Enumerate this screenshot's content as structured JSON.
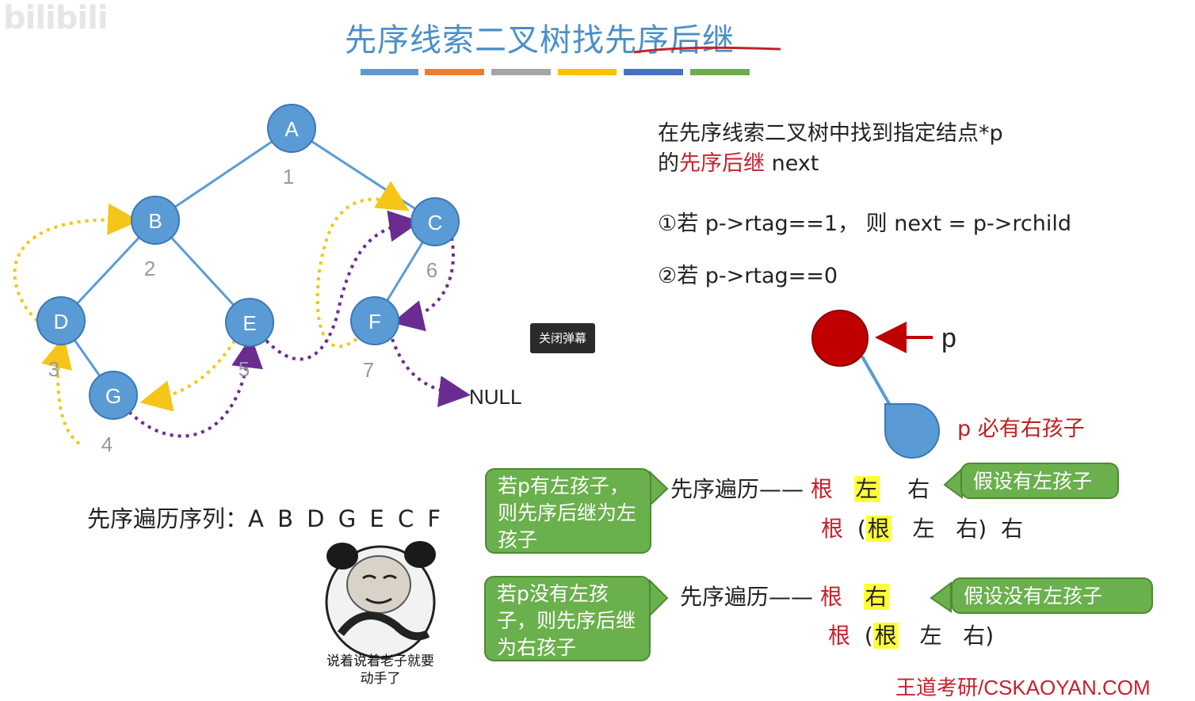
{
  "watermark": "bilibili",
  "title": "先序线索二叉树找先序后继",
  "colorbars": [
    "#5b9bd5",
    "#ed7d31",
    "#a5a5a5",
    "#ffc000",
    "#4472c4",
    "#70ad47"
  ],
  "tree": {
    "nodes": [
      "A",
      "B",
      "C",
      "D",
      "E",
      "F",
      "G"
    ],
    "order_numbers": [
      "1",
      "2",
      "6",
      "3",
      "5",
      "7",
      "4"
    ],
    "null_label": "NULL",
    "node_color": "#5b9bd5",
    "thread_colors": {
      "yellow": "#f5c518",
      "purple": "#6b2c91"
    }
  },
  "description": {
    "line1": "在先序线索二叉树中找到指定结点*p",
    "line2_prefix": "的",
    "line2_red": "先序后继",
    "line2_suffix": " next",
    "case1": "①若 p->rtag==1， 则 next = p->rchild",
    "case2": "②若 p->rtag==0"
  },
  "diagram": {
    "p_label": "p",
    "must_label": "p 必有右孩子"
  },
  "sequence": {
    "label": "先序遍历序列：",
    "value": "A B D G E C F"
  },
  "close_button": "关闭弹幕",
  "case_left": {
    "bubble": "若p有左孩子，则先序后继为左孩子",
    "trav_prefix": "先序遍历—— ",
    "root": "根",
    "highlight": "左",
    "right": "右",
    "assume": "假设有左孩子",
    "line2": {
      "root": "根",
      "open": "(",
      "inner_root": "根",
      "left": "左",
      "right": "右)",
      "tail": "右"
    }
  },
  "case_right": {
    "bubble": "若p没有左孩子，则先序后继为右孩子",
    "trav_prefix": "先序遍历—— ",
    "root": "根",
    "highlight": "右",
    "assume": "假设没有左孩子",
    "line2": {
      "root": "根",
      "open": "(",
      "inner_root": "根",
      "left": "左",
      "right": "右)"
    }
  },
  "meme_caption": "说着说着老子就要动手了",
  "footer": "王道考研/CSKAOYAN.COM"
}
